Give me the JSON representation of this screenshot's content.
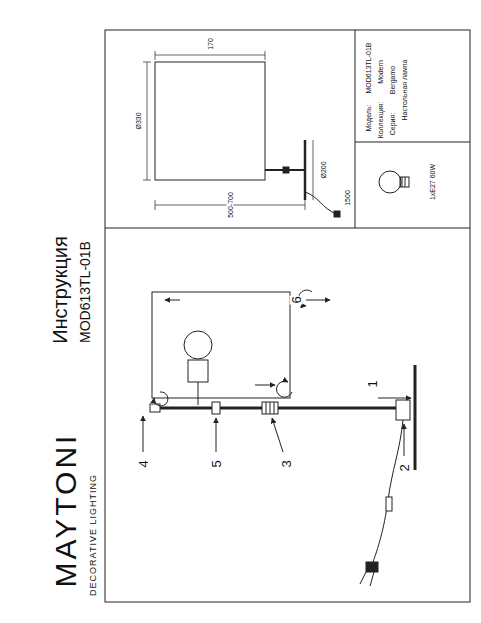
{
  "diagram": {
    "title": "Инструкция",
    "labels": [
      "MAYTONI",
      "DECORATIVE LIGHTING",
      "MOD613TL-01B",
      "1",
      "2",
      "3",
      "4",
      "5",
      "6",
      "170",
      "Ø330",
      "500-700",
      "Ø200",
      "1500",
      "Модель:",
      "MOD613TL-01B",
      "Коллекция:",
      "Modern",
      "Серия:",
      "Bergamo",
      "Настольная лампа",
      "1xE27 60W"
    ]
  }
}
